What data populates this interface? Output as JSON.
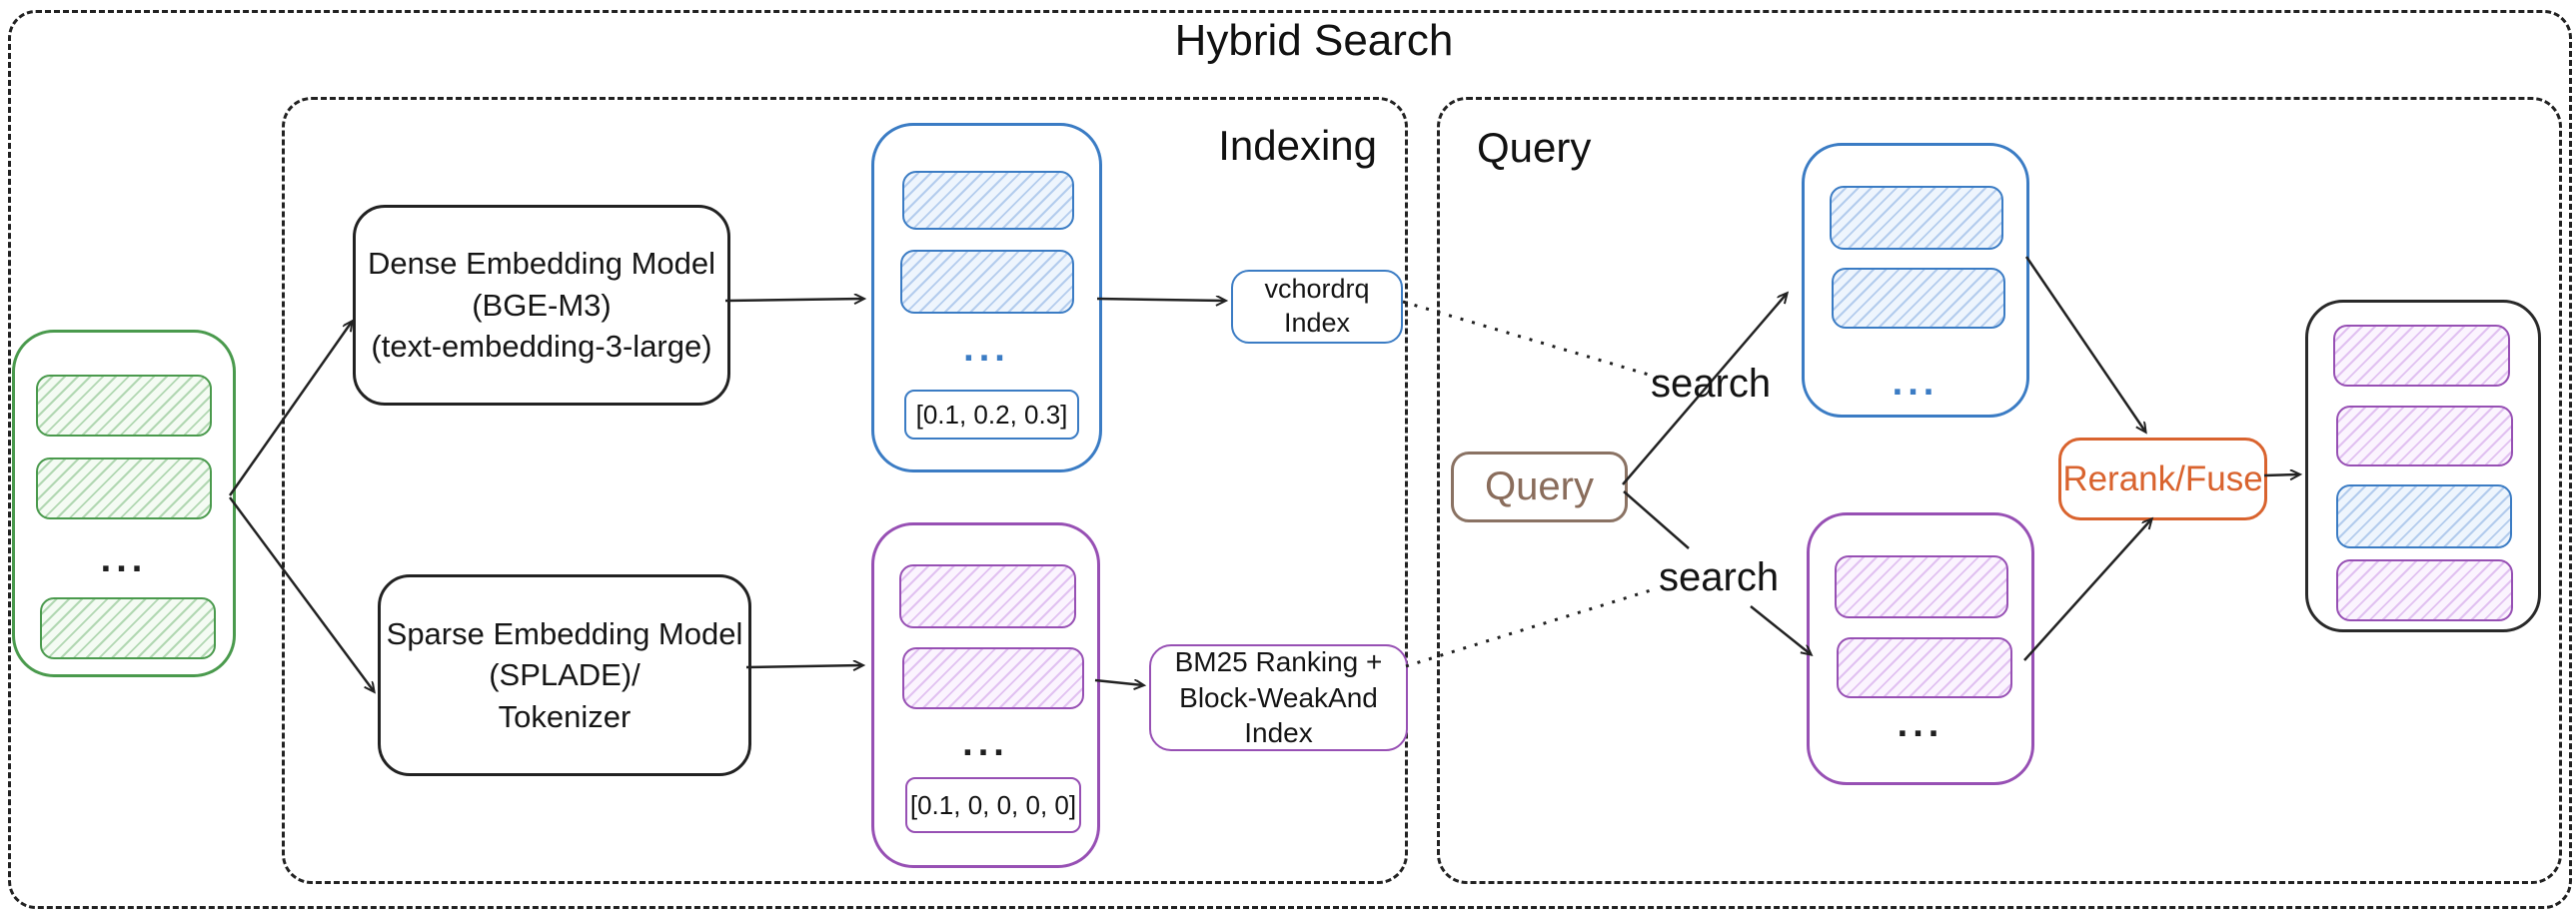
{
  "diagram": {
    "title": "Hybrid Search",
    "colors": {
      "green": "#4a9a4d",
      "blue": "#3b7cc4",
      "purple": "#9750b4",
      "orange": "#d9632e",
      "brown": "#8a7060",
      "ink": "#1d1d1d"
    },
    "documents": {
      "ellipsis": "..."
    },
    "indexing": {
      "label": "Indexing",
      "dense_model": {
        "line1": "Dense Embedding Model",
        "line2": "(BGE-M3)",
        "line3": "(text-embedding-3-large)"
      },
      "sparse_model": {
        "line1": "Sparse Embedding Model",
        "line2": "(SPLADE)/",
        "line3": "Tokenizer"
      },
      "dense_store": {
        "ellipsis": "...",
        "vector_sample": "[0.1, 0.2, 0.3]"
      },
      "sparse_store": {
        "ellipsis": "...",
        "vector_sample": "[0.1, 0, 0, 0, 0]"
      },
      "dense_index": {
        "line1": "vchordrq",
        "line2": "Index"
      },
      "sparse_index": {
        "line1": "BM25 Ranking +",
        "line2": "Block-WeakAnd Index"
      }
    },
    "query": {
      "label": "Query",
      "query_node": "Query",
      "search_top": "search",
      "search_bottom": "search",
      "dense_store": {
        "ellipsis": "..."
      },
      "sparse_store": {
        "ellipsis": "..."
      },
      "rerank": "Rerank/Fuse"
    }
  }
}
